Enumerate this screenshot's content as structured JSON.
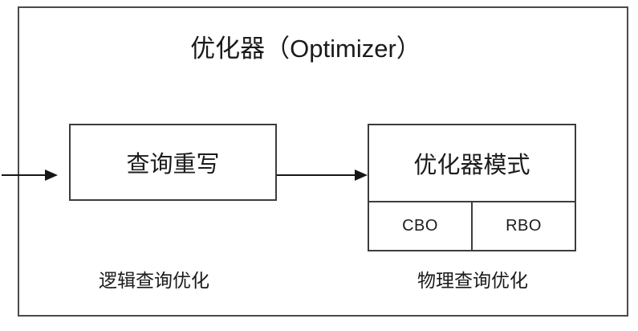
{
  "diagram": {
    "title": "优化器（Optimizer）",
    "nodes": {
      "query_rewrite": "查询重写",
      "optimizer_mode": "优化器模式",
      "cbo": "CBO",
      "rbo": "RBO"
    },
    "captions": {
      "logical": "逻辑查询优化",
      "physical": "物理查询优化"
    },
    "colors": {
      "box_stroke": "#3d3d3d",
      "outer_stroke": "#4a4a4a",
      "arrow": "#161616",
      "text": "#1a1a1a",
      "background": "#ffffff"
    }
  }
}
